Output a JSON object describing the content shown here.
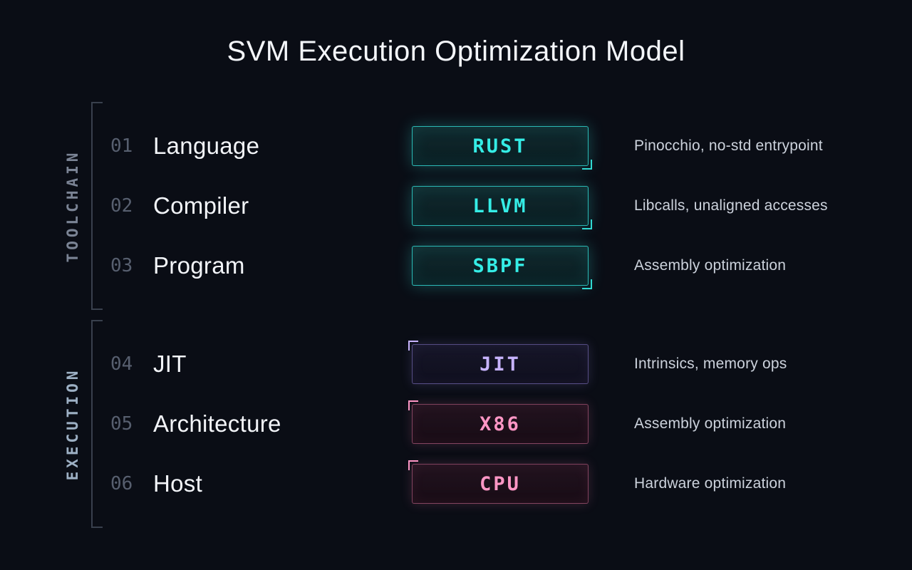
{
  "title": "SVM Execution Optimization Model",
  "colors": {
    "background": "#0a0d15",
    "cyan": "#35ede6",
    "purple": "#c8b4ff",
    "pink": "#ff96c5"
  },
  "groups": [
    {
      "label": "TOOLCHAIN",
      "rows": [
        {
          "num": "01",
          "label": "Language",
          "badge": "RUST",
          "desc": "Pinocchio, no-std entrypoint"
        },
        {
          "num": "02",
          "label": "Compiler",
          "badge": "LLVM",
          "desc": "Libcalls, unaligned accesses"
        },
        {
          "num": "03",
          "label": "Program",
          "badge": "SBPF",
          "desc": "Assembly optimization"
        }
      ]
    },
    {
      "label": "EXECUTION",
      "rows": [
        {
          "num": "04",
          "label": "JIT",
          "badge": "JIT",
          "desc": "Intrinsics, memory ops"
        },
        {
          "num": "05",
          "label": "Architecture",
          "badge": "X86",
          "desc": "Assembly optimization"
        },
        {
          "num": "06",
          "label": "Host",
          "badge": "CPU",
          "desc": "Hardware optimization"
        }
      ]
    }
  ]
}
